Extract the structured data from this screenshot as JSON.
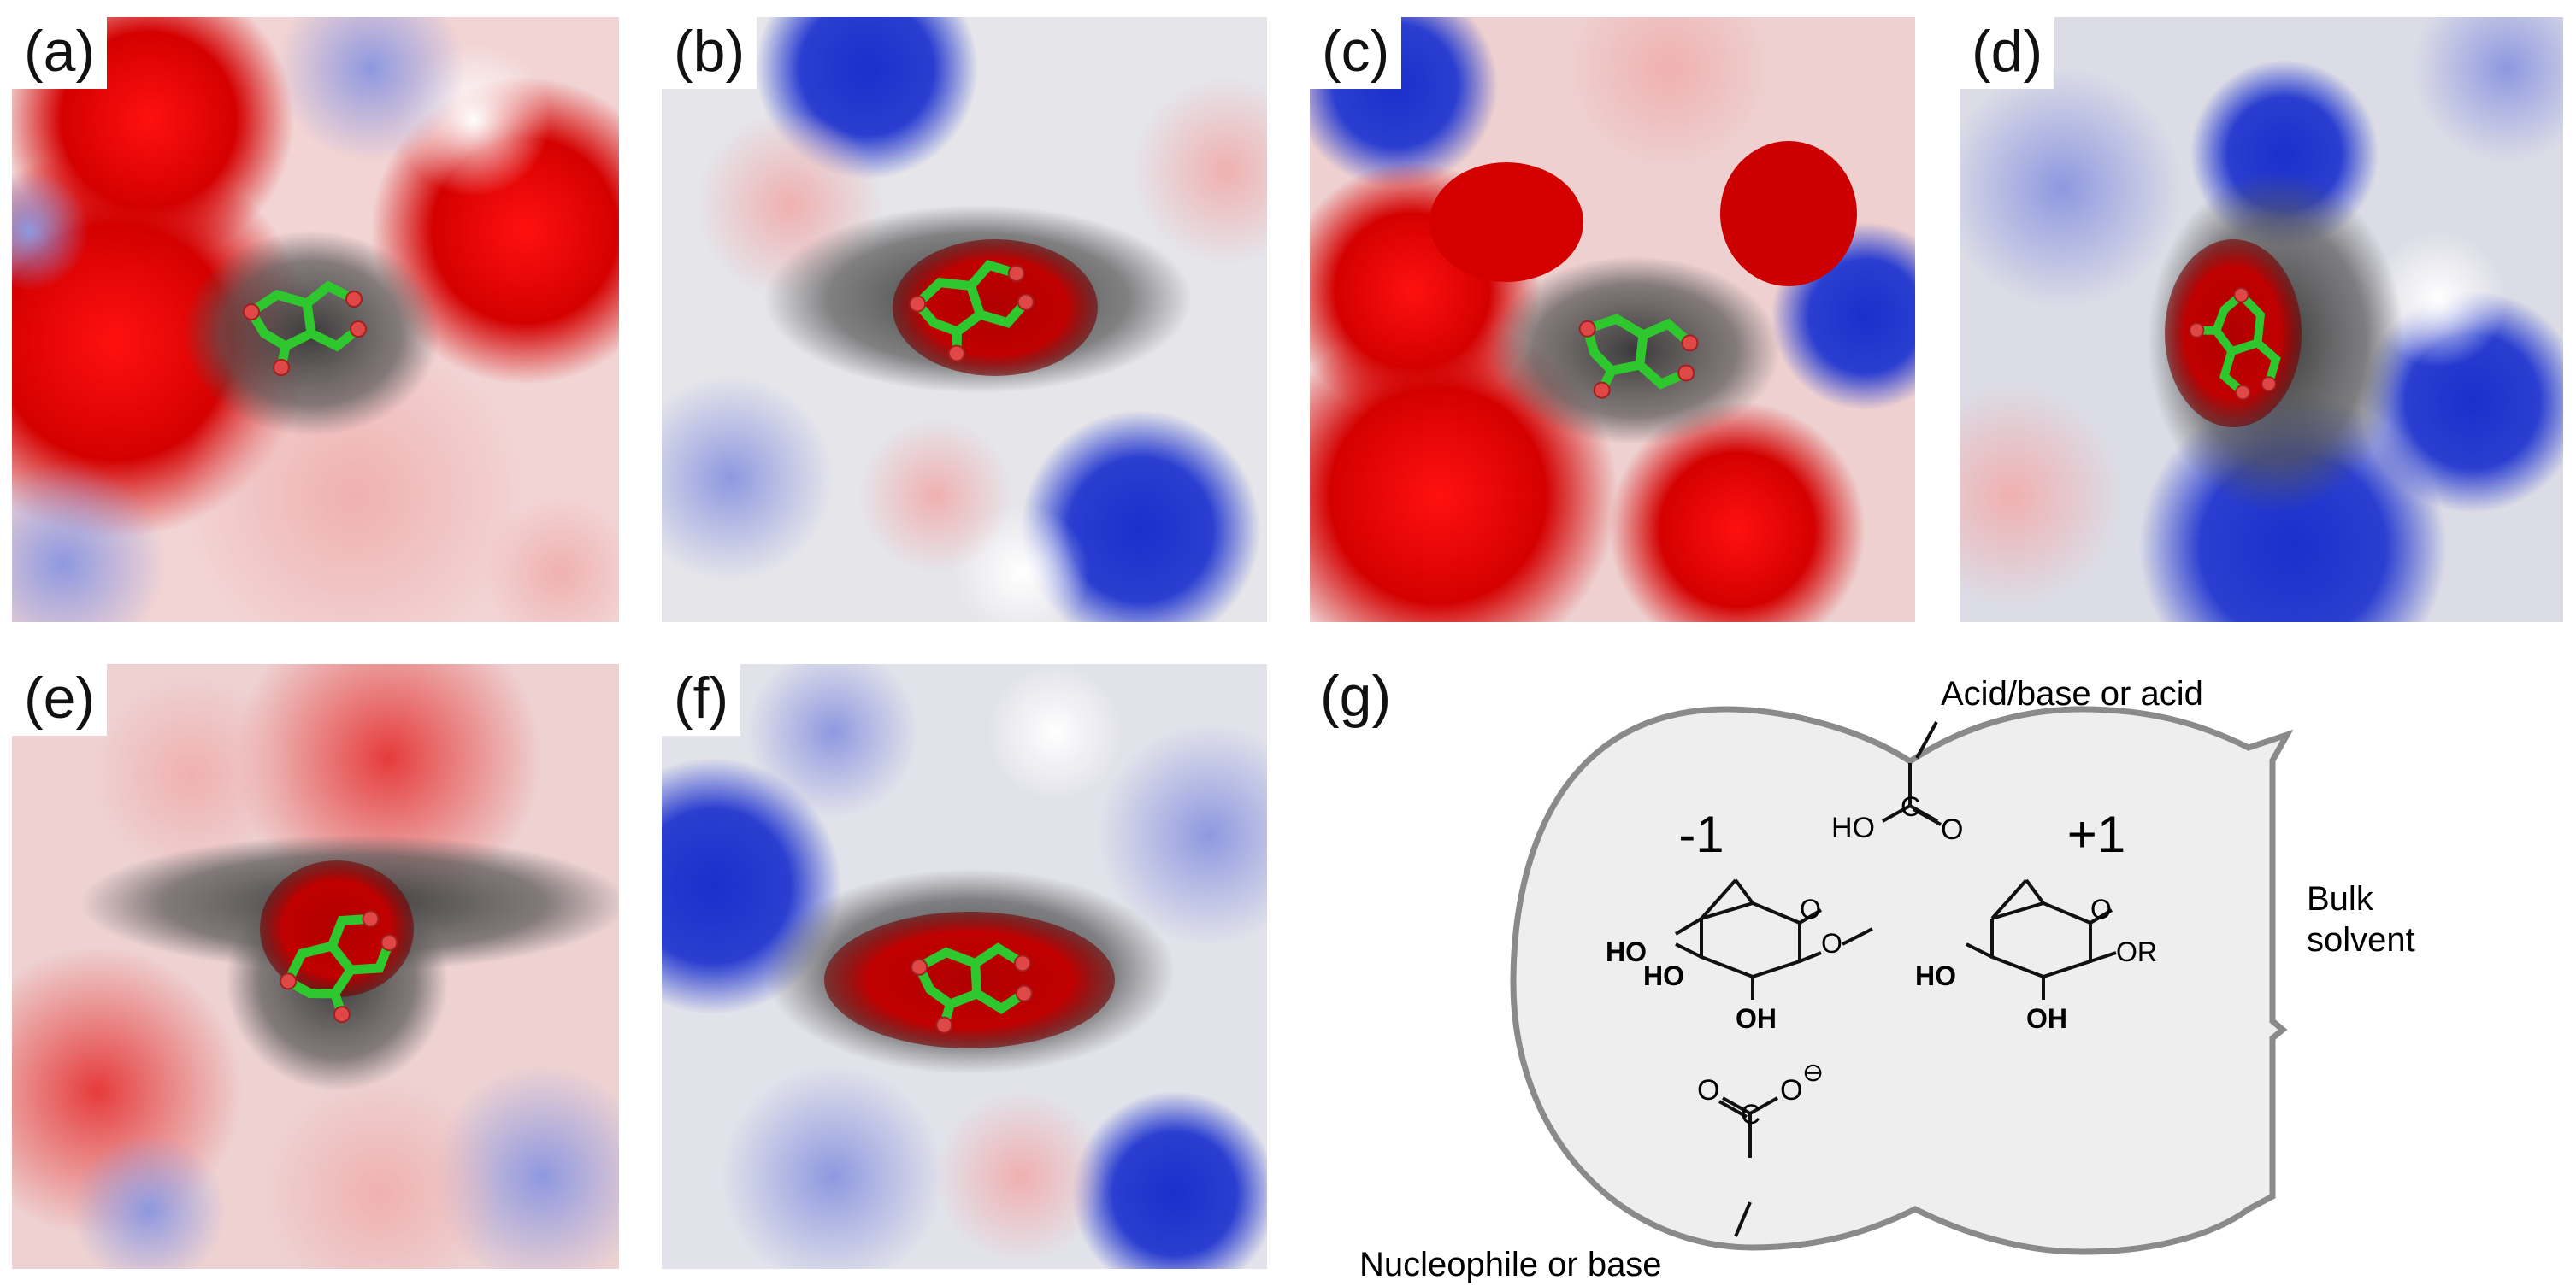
{
  "figure": {
    "panels": [
      {
        "id": "a",
        "label": "(a)"
      },
      {
        "id": "b",
        "label": "(b)"
      },
      {
        "id": "c",
        "label": "(c)"
      },
      {
        "id": "d",
        "label": "(d)"
      },
      {
        "id": "e",
        "label": "(e)"
      },
      {
        "id": "f",
        "label": "(f)"
      },
      {
        "id": "g",
        "label": "(g)"
      }
    ],
    "scheme": {
      "subsite_minus": "-1",
      "subsite_plus": "+1",
      "top_residue": "Acid/base or acid",
      "bottom_residue": "Nucleophile or base",
      "bulk_line1": "Bulk",
      "bulk_line2": "solvent",
      "atoms": {
        "o": "O",
        "ho": "HO",
        "oh": "OH",
        "or": "OR",
        "minus": "⊖"
      }
    },
    "colors": {
      "negative": "#d40000",
      "positive": "#1a2fcc",
      "neutral": "#e6e6ea",
      "ligand_carbon": "#33cc33",
      "ligand_oxygen": "#e04040",
      "subsite_fill": "#eeeeee",
      "subsite_outline": "#888888"
    }
  }
}
